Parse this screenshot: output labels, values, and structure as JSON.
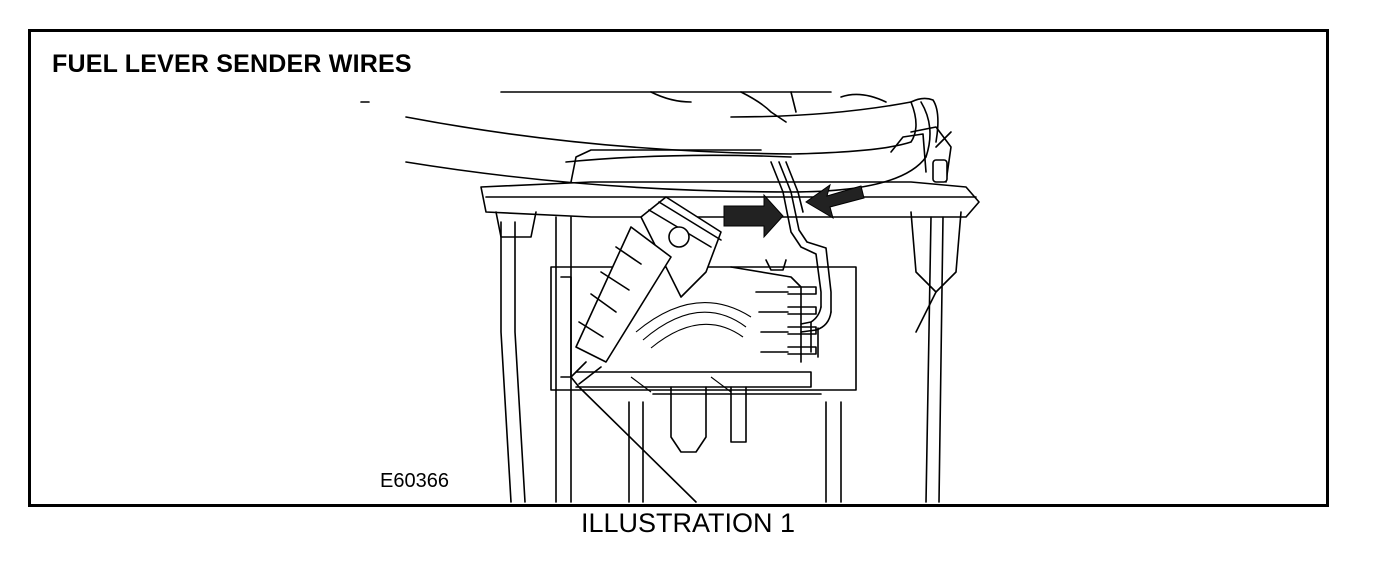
{
  "figure": {
    "title": "FUEL LEVER SENDER WIRES",
    "code": "E60366",
    "arrow_color": "#222222",
    "line_color": "#000000"
  },
  "caption": "ILLUSTRATION 1"
}
